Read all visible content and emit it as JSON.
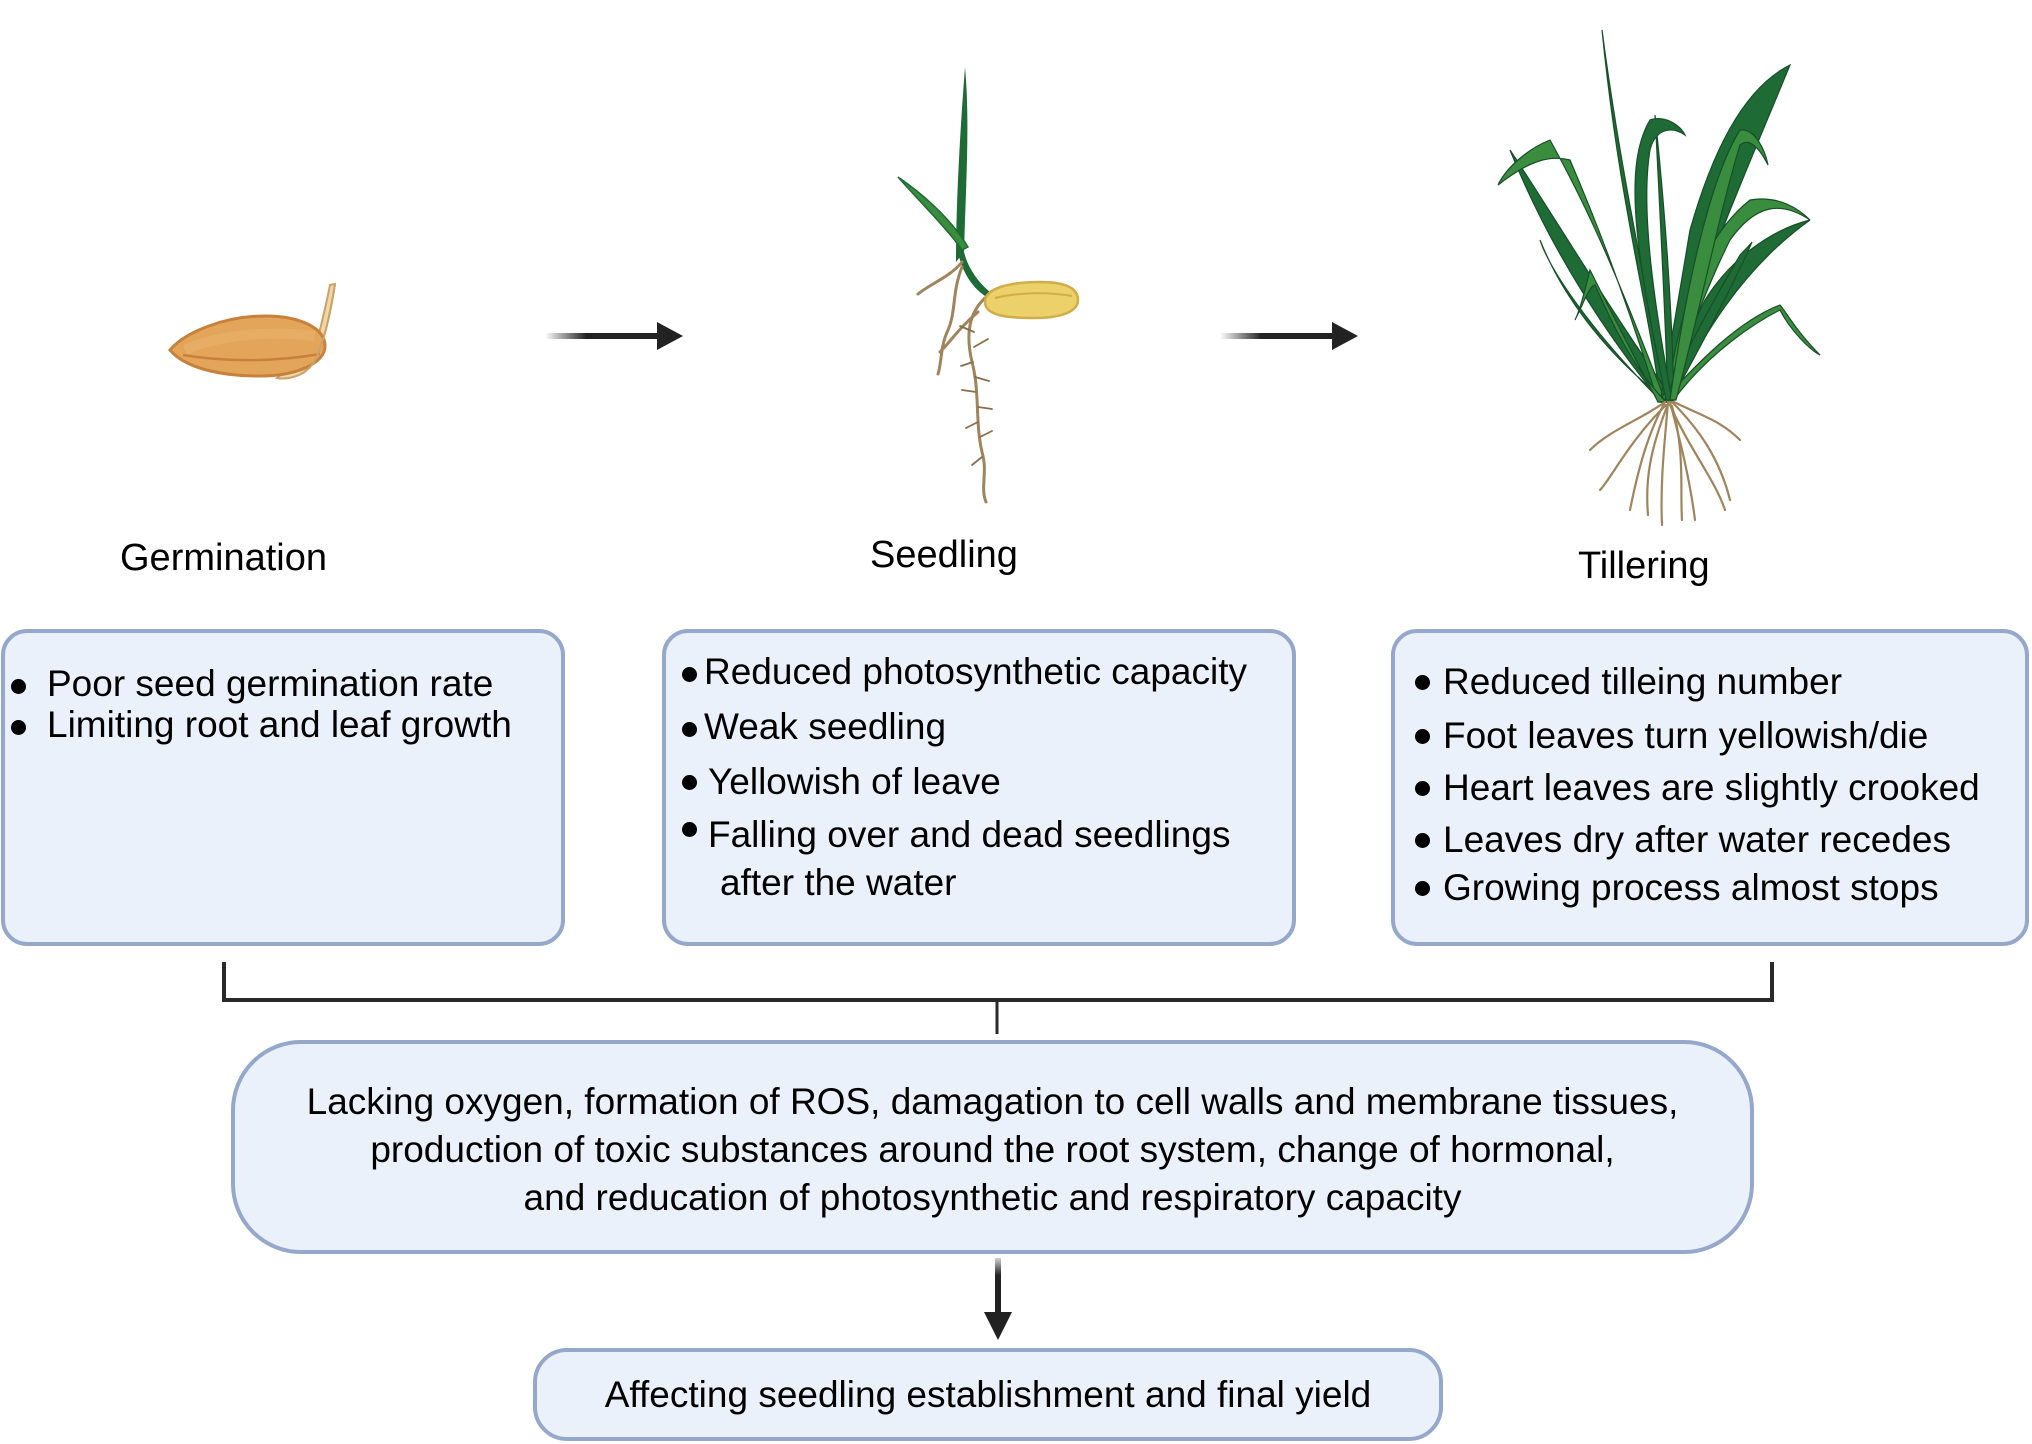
{
  "figure": {
    "stages": [
      {
        "id": "germination",
        "label": "Germination",
        "illustration": "germinating-seed-icon",
        "effects": [
          "Poor seed germination rate",
          "Limiting root and leaf growth"
        ]
      },
      {
        "id": "seedling",
        "label": "Seedling",
        "illustration": "seedling-icon",
        "effects": [
          "Reduced photosynthetic capacity",
          "Weak seedling",
          "Yellowish of leave",
          "Falling over and dead seedlings",
          "after the water"
        ]
      },
      {
        "id": "tillering",
        "label": "Tillering",
        "illustration": "tillering-plant-icon",
        "effects": [
          "Reduced tilleing number",
          "Foot leaves turn yellowish/die",
          "Heart leaves are slightly crooked",
          "Leaves dry after water recedes",
          "Growing process almost stops"
        ]
      }
    ],
    "mechanism": {
      "lines": [
        "Lacking oxygen, formation of ROS, damagation to cell walls and membrane tissues,",
        "production of toxic substances around the root system, change of hormonal,",
        "and reducation of photosynthetic and respiratory capacity"
      ]
    },
    "outcome": {
      "text": "Affecting seedling establishment and final yield"
    },
    "colors": {
      "box_fill": "#eaf1fa",
      "box_border": "#95a8cc",
      "arrow": "#222222",
      "leaf_dark": "#1e6b35",
      "leaf_light": "#3a8c3f",
      "seed_orange": "#e3a55a",
      "seed_yellow": "#ecd06a",
      "root_brown": "#a0845c"
    }
  }
}
